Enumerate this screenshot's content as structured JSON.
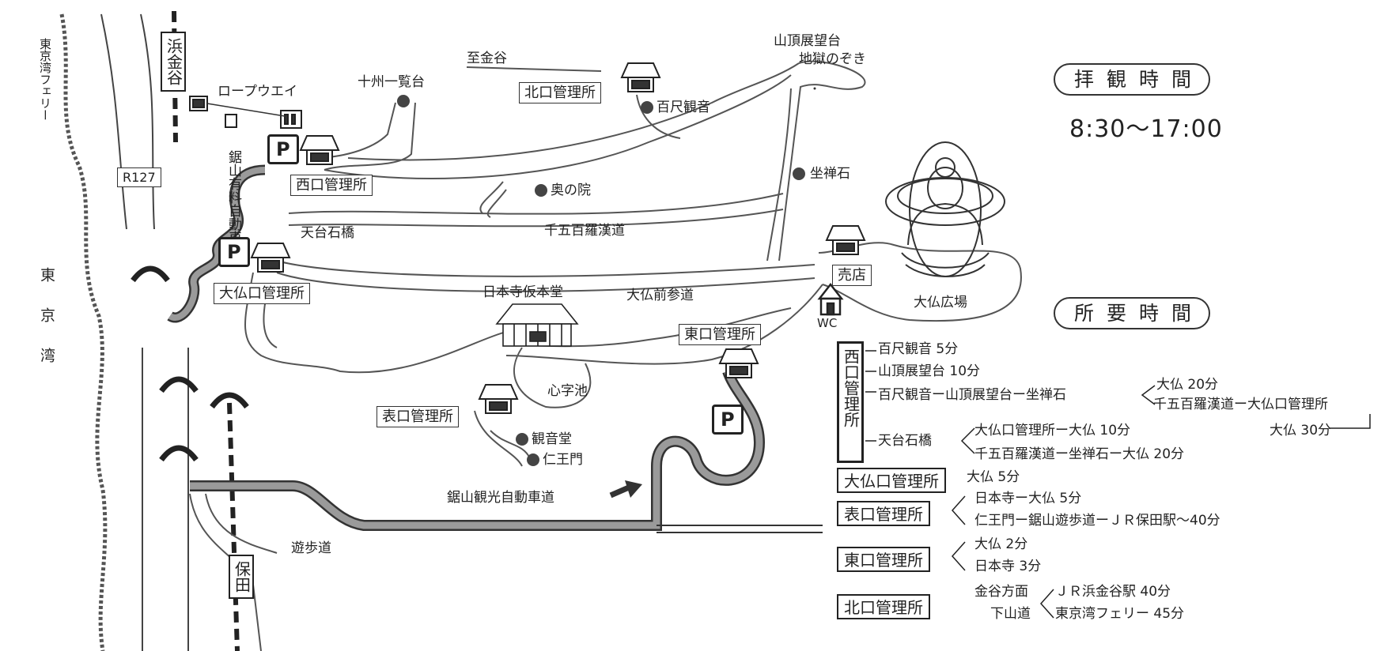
{
  "labels": {
    "hamakanaya": "浜金谷",
    "hota": "保田",
    "ropeway": "ロープウエイ",
    "jisshu": "十州一覧台",
    "to_kanaya": "至金谷",
    "sancho": "山頂展望台",
    "jigoku": "地獄のぞき",
    "hyakushaku": "百尺観音",
    "zazen": "坐禅石",
    "okunoin": "奥の院",
    "tendai": "天台石橋",
    "sengohyaku": "千五百羅漢道",
    "daibutsu_sando": "大仏前参道",
    "nihonji": "日本寺仮本堂",
    "shinjiike": "心字池",
    "kannondo": "観音堂",
    "niomon": "仁王門",
    "driveway": "鋸山観光自動車道",
    "walkway": "遊歩道",
    "r127": "R127",
    "tokyo_ferry": "東京湾フェリー",
    "tokyo_bay": "東京湾",
    "toll_road": "鋸山有料自動車道",
    "daibutsu_hiroba": "大仏広場",
    "wc": "WC",
    "shop": "売店"
  },
  "offices": {
    "nishiguchi": "西口管理所",
    "kitaguchi": "北口管理所",
    "daibutsuguchi": "大仏口管理所",
    "omoteguchi": "表口管理所",
    "higashiguchi": "東口管理所"
  },
  "parking": "P",
  "hours": {
    "title": "拝観時間",
    "value": "8:30～17:00"
  },
  "duration": {
    "title": "所要時間",
    "west": {
      "label": "西口管理所",
      "r1": "百尺観音 5分",
      "r2": "山頂展望台 10分",
      "r3": "百尺観音ー山頂展望台ー坐禅石",
      "r3a": "大仏 20分",
      "r3b": "千五百羅漢道ー大仏口管理所",
      "r3c": "大仏 30分",
      "r4": "天台石橋",
      "r4a": "大仏口管理所ー大仏 10分",
      "r4b": "千五百羅漢道ー坐禅石ー大仏 20分"
    },
    "daibutsu": {
      "label": "大仏口管理所",
      "r1": "大仏 5分"
    },
    "omote": {
      "label": "表口管理所",
      "r1": "日本寺ー大仏 5分",
      "r2": "仁王門ー鋸山遊歩道ーＪＲ保田駅～40分"
    },
    "east": {
      "label": "東口管理所",
      "r1": "大仏 2分",
      "r2": "日本寺 3分"
    },
    "north": {
      "label": "北口管理所",
      "r1": "金谷方面",
      "r2": "下山道",
      "r1a": "ＪＲ浜金谷駅 40分",
      "r2a": "東京湾フェリー 45分"
    }
  },
  "colors": {
    "ink": "#333333",
    "road": "#9a9a9a",
    "page": "#ffffff"
  }
}
